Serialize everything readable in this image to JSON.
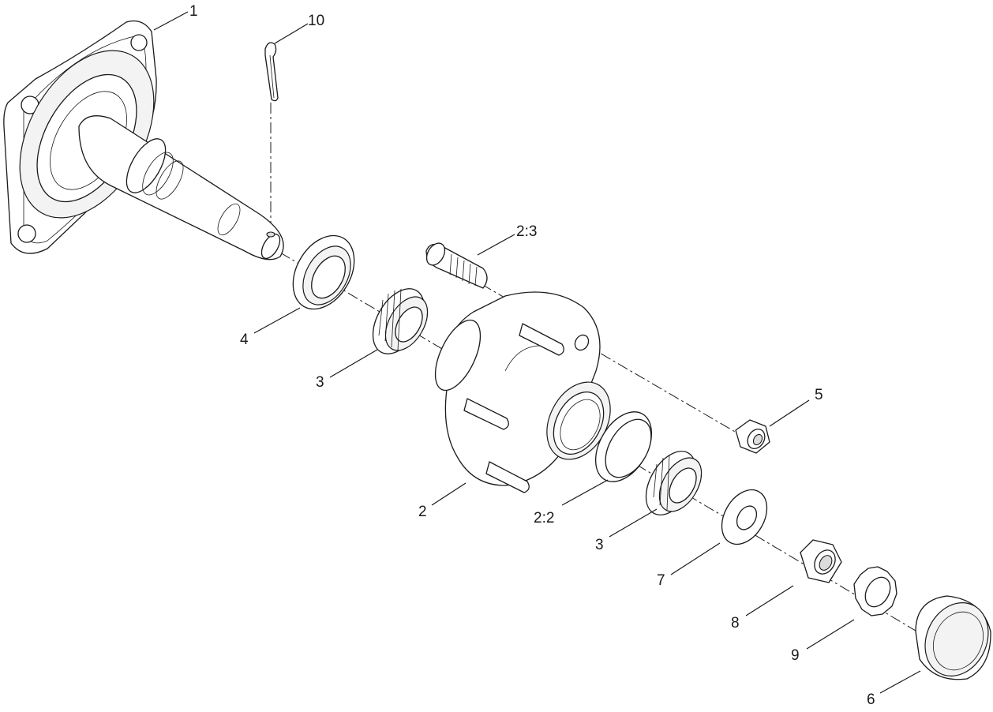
{
  "callouts": [
    {
      "id": "1",
      "text": "1"
    },
    {
      "id": "10",
      "text": "10"
    },
    {
      "id": "2-3",
      "text": "2:3"
    },
    {
      "id": "4",
      "text": "4"
    },
    {
      "id": "3a",
      "text": "3"
    },
    {
      "id": "5",
      "text": "5"
    },
    {
      "id": "2",
      "text": "2"
    },
    {
      "id": "2-2",
      "text": "2:2"
    },
    {
      "id": "3b",
      "text": "3"
    },
    {
      "id": "7",
      "text": "7"
    },
    {
      "id": "8",
      "text": "8"
    },
    {
      "id": "9",
      "text": "9"
    },
    {
      "id": "6",
      "text": "6"
    }
  ]
}
